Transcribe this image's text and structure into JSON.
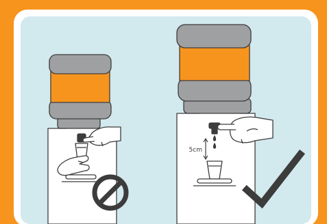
{
  "illustration": {
    "left_panel": {
      "status": "incorrect",
      "status_icon": "prohibited-icon"
    },
    "right_panel": {
      "status": "correct",
      "status_icon": "checkmark-icon",
      "distance_label": "5cm"
    }
  },
  "colors": {
    "frame_orange": "#F7941D",
    "panel_bg": "#D2E9EE",
    "bottle_grey": "#9FA0A2",
    "bottle_label_orange": "#F7941D",
    "dispenser_white": "#FFFFFF",
    "outline": "#3C3C3C",
    "icon_dark": "#3C3C3C"
  }
}
